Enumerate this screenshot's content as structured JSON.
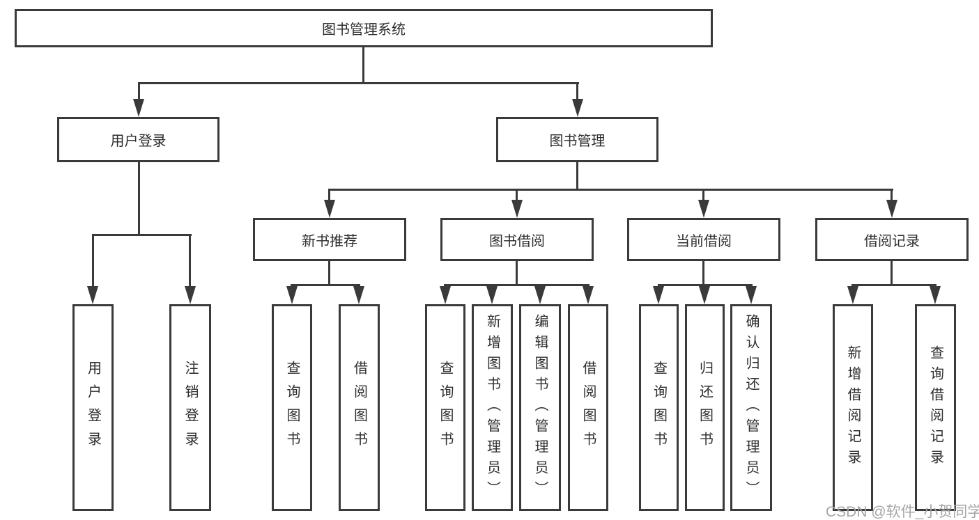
{
  "diagram_type": "hierarchy-tree",
  "tree": {
    "root": {
      "label": "图书管理系统",
      "children": [
        {
          "label": "用户登录",
          "children": [
            {
              "label": "用户登录"
            },
            {
              "label": "注销登录"
            }
          ]
        },
        {
          "label": "图书管理",
          "children": [
            {
              "label": "新书推荐",
              "children": [
                {
                  "label": "查询图书"
                },
                {
                  "label": "借阅图书"
                }
              ]
            },
            {
              "label": "图书借阅",
              "children": [
                {
                  "label": "查询图书"
                },
                {
                  "label": "新增图书（管理员）"
                },
                {
                  "label": "编辑图书（管理员）"
                },
                {
                  "label": "借阅图书"
                }
              ]
            },
            {
              "label": "当前借阅",
              "children": [
                {
                  "label": "查询图书"
                },
                {
                  "label": "归还图书"
                },
                {
                  "label": "确认归还（管理员）"
                }
              ]
            },
            {
              "label": "借阅记录",
              "children": [
                {
                  "label": "新增借阅记录"
                },
                {
                  "label": "查询借阅记录"
                }
              ]
            }
          ]
        }
      ]
    }
  },
  "watermark": {
    "text": "CSDN @软件_小贺同学"
  },
  "colors": {
    "line": "#3a3a3a",
    "box_border": "#3a3a3a",
    "text": "#2e2e2e",
    "background": "#ffffff",
    "watermark": "#a6a6a6"
  }
}
